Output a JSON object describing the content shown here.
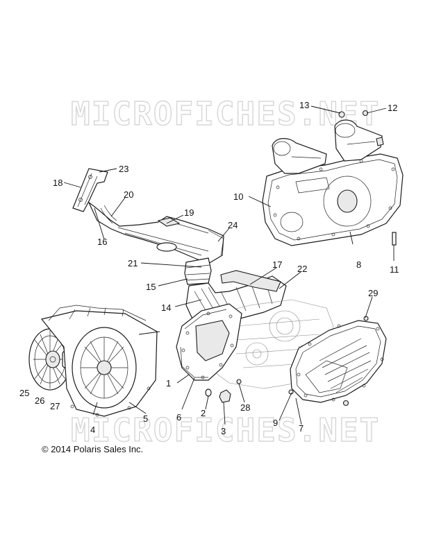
{
  "watermark": "MICROFICHES.NET",
  "copyright": "© 2014 Polaris Sales Inc.",
  "callouts": [
    "1",
    "2",
    "3",
    "4",
    "5",
    "6",
    "7",
    "8",
    "9",
    "10",
    "11",
    "12",
    "13",
    "14",
    "15",
    "16",
    "17",
    "18",
    "19",
    "20",
    "21",
    "22",
    "23",
    "24",
    "25",
    "26",
    "27",
    "28",
    "29"
  ]
}
